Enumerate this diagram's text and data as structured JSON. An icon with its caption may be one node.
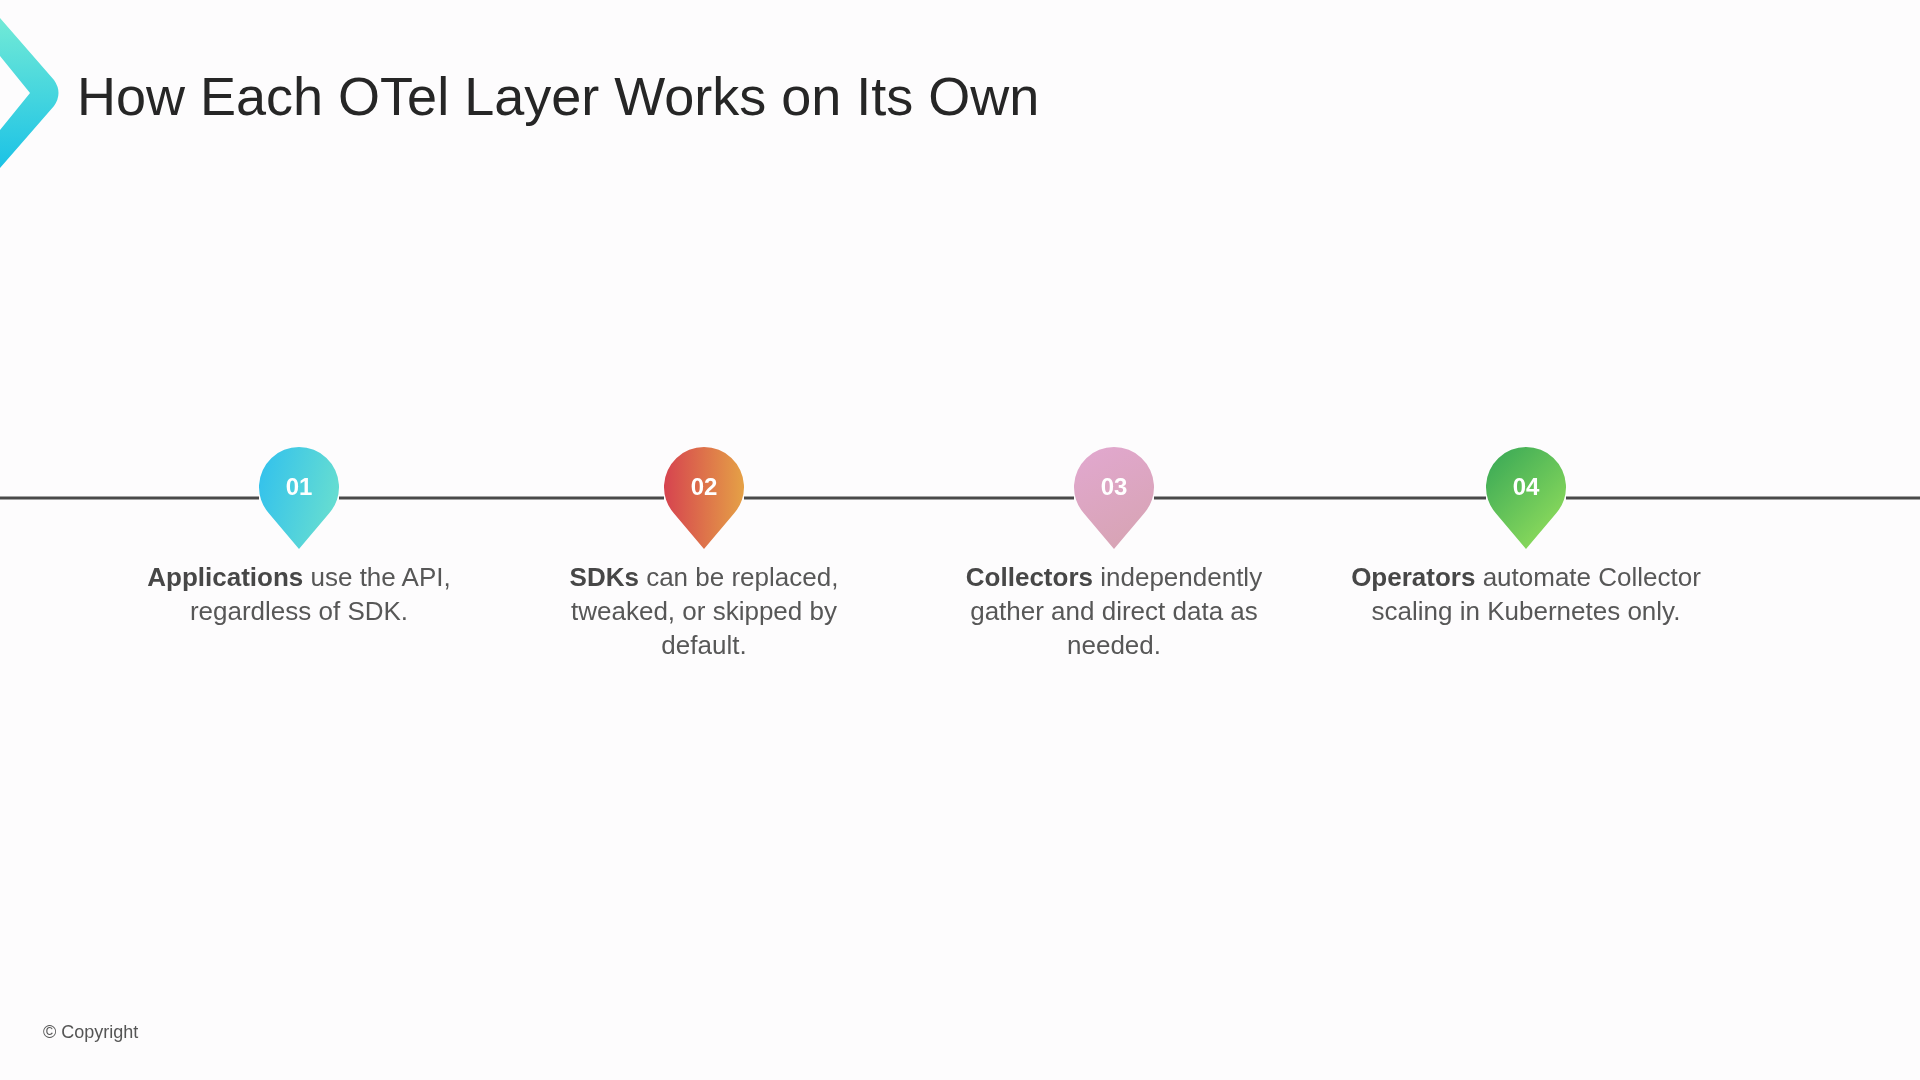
{
  "diagram": {
    "title": "How Each OTel Layer Works on Its Own",
    "nodes": [
      {
        "text": [
          "01"
        ],
        "beside": [
          "**Applications** use the API, regardless of SDK."
        ]
      },
      {
        "text": [
          "02"
        ],
        "beside": [
          "**SDKs** can be replaced, tweaked, or skipped by default."
        ]
      },
      {
        "text": [
          "03"
        ],
        "beside": [
          "**Collectors** independently gather and direct data as needed."
        ]
      },
      {
        "text": [
          "04"
        ],
        "beside": [
          "**Operators** automate Collector scaling in Kubernetes only."
        ]
      }
    ],
    "edges": [
      {
        "from": null,
        "to": 0,
        "arrow": "none"
      },
      {
        "from": 0,
        "to": 1,
        "arrow": "none"
      },
      {
        "from": 1,
        "to": 2,
        "arrow": "none"
      },
      {
        "from": 2,
        "to": 3,
        "arrow": "none"
      },
      {
        "from": 3,
        "to": null,
        "arrow": "none"
      }
    ],
    "labels": [
      "© Copyright"
    ]
  }
}
